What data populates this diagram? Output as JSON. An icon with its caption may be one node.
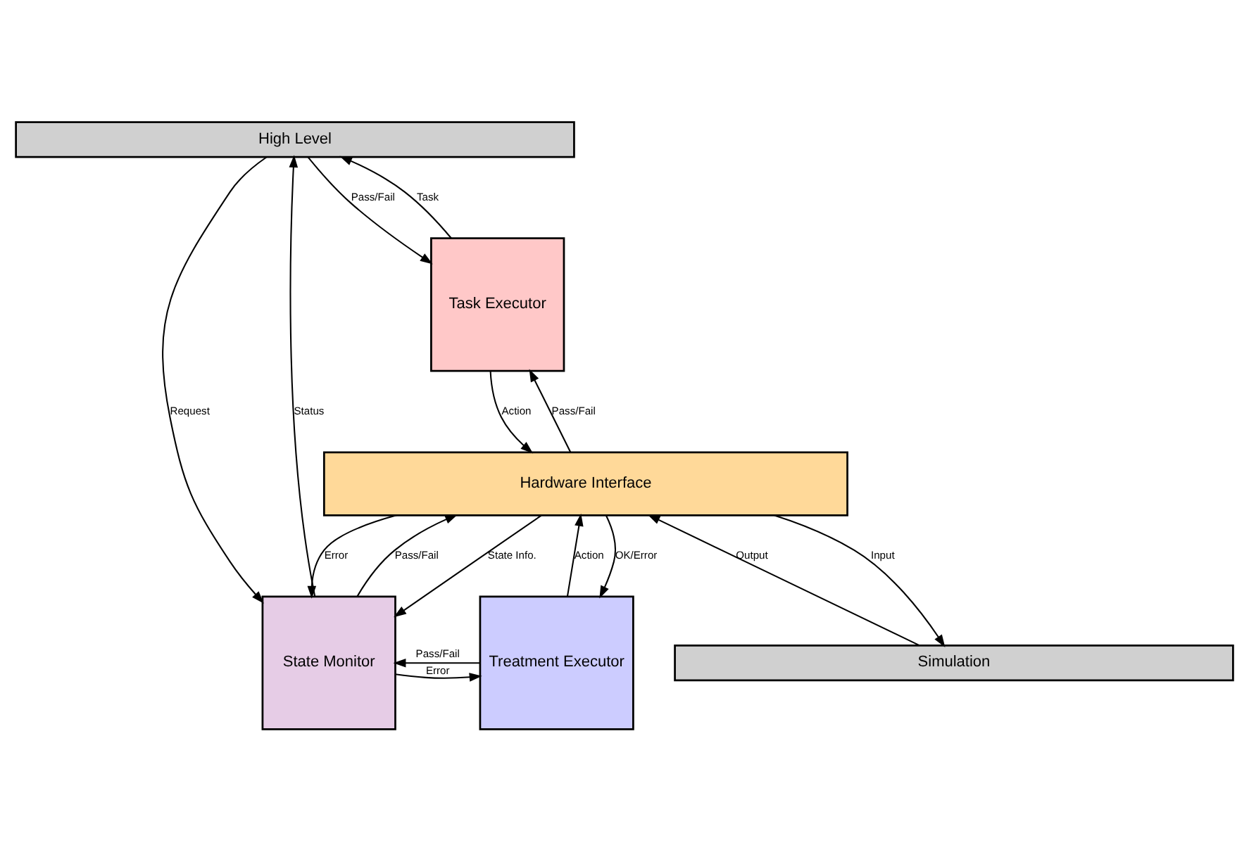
{
  "diagram": {
    "nodes": [
      {
        "text": [
          "High Level"
        ]
      },
      {
        "text": [
          "Task Executor"
        ]
      },
      {
        "text": [
          "State Monitor"
        ]
      },
      {
        "text": [
          "Treatment Executor"
        ]
      },
      {
        "text": [
          "Hardware Interface"
        ]
      },
      {
        "text": [
          "Simulation"
        ]
      }
    ],
    "edges": [
      {
        "from": 1,
        "to": 0,
        "arrow": "to",
        "label": "Task"
      },
      {
        "from": 0,
        "to": 1,
        "arrow": "to",
        "label": "Pass/Fail"
      },
      {
        "from": 0,
        "to": 2,
        "arrow": "to",
        "label": "Request"
      },
      {
        "from": 2,
        "to": 0,
        "arrow": "to",
        "label": "Status"
      },
      {
        "from": 2,
        "to": 3,
        "arrow": "to",
        "label": "Error"
      },
      {
        "from": 3,
        "to": 2,
        "arrow": "to",
        "label": "Pass/Fail"
      },
      {
        "from": 1,
        "to": 4,
        "arrow": "to",
        "label": "Action"
      },
      {
        "from": 4,
        "to": 1,
        "arrow": "to",
        "label": "Pass/Fail"
      },
      {
        "from": 4,
        "to": 2,
        "arrow": "to",
        "label": "Error"
      },
      {
        "from": 2,
        "to": 4,
        "arrow": "to",
        "label": "Pass/Fail"
      },
      {
        "from": 4,
        "to": 2,
        "arrow": "to",
        "label": "State Info."
      },
      {
        "from": 3,
        "to": 4,
        "arrow": "to",
        "label": "Action"
      },
      {
        "from": 4,
        "to": 3,
        "arrow": "to",
        "label": "OK/Error"
      },
      {
        "from": 4,
        "to": 5,
        "arrow": "to",
        "label": "Input"
      },
      {
        "from": 5,
        "to": 4,
        "arrow": "to",
        "label": "Output"
      }
    ]
  }
}
